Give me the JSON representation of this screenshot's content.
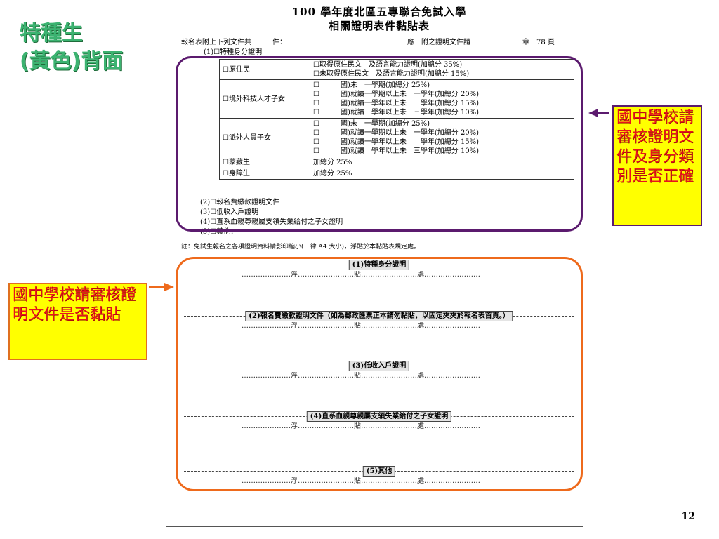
{
  "title": {
    "line1": "100 學年度北區五專聯合免試入學",
    "line2": "相關證明表件黏貼表"
  },
  "side_title": {
    "line1": "特種生",
    "line2": "(黃色)背面"
  },
  "header": {
    "left": "報名表附上下列文件共　　　件：",
    "middle": "應　附之證明文件請",
    "right": "章　78 頁"
  },
  "section1_label": "(1)☐特種身分證明",
  "identity_table": [
    {
      "category": "☐原住民",
      "options": [
        "☐取得原住民文　及語言能力證明(加總分 35%)",
        "☐未取得原住民文　及語言能力證明(加總分 15%)"
      ]
    },
    {
      "category": "☐境外科技人才子女",
      "options": [
        "☐　　　國)未　一學期(加總分 25%)",
        "☐　　　國)就讀一學期以上未　一學年(加總分 20%)",
        "☐　　　國)就讀一學年以上未　　學年(加總分 15%)",
        "☐　　　國)就讀　學年以上未　三學年(加總分 10%)"
      ]
    },
    {
      "category": "☐派外人員子女",
      "options": [
        "☐　　　國)未　一學期(加總分 25%)",
        "☐　　　國)就讀一學期以上未　一學年(加總分 20%)",
        "☐　　　國)就讀一學年以上未　　學年(加總分 15%)",
        "☐　　　國)就讀　學年以上未　三學年(加總分 10%)"
      ]
    },
    {
      "category": "☐蒙藏生",
      "options": [
        "加總分 25%"
      ]
    },
    {
      "category": "☐身障生",
      "options": [
        "加總分 25%"
      ]
    }
  ],
  "items": [
    "(2)☐報名費繳款證明文件",
    "(3)☐低收入戶證明",
    "(4)☐直系血親尊親屬支領失業給付之子女證明",
    "(5)☐其他：＿＿＿＿＿＿＿＿＿＿"
  ],
  "note": "註：免試生報名之各項證明資料請影印縮小(一律 A4 大小)，浮貼於本黏貼表規定處。",
  "paste_sections": [
    "(1)特種身分證明",
    "(2)報名費繳款證明文件（如為郵政匯票正本請勿黏貼，以固定夾夾於報名表首頁。）",
    "(3)低收入戶證明",
    "(4)直系血親尊親屬支領失業給付之子女證明",
    "(5)其他"
  ],
  "paste_text": "…………………浮……………………貼……………………處……………………",
  "callouts": {
    "right": "國中學校請審核證明文件及身分類別是否正確",
    "left": "國中學校請審核證明文件是否黏貼"
  },
  "page_number": "12",
  "colors": {
    "purple_frame": "#5b1a6e",
    "orange_frame": "#ee6a1c",
    "callout_bg": "#ffff00",
    "callout_text": "#e8141c",
    "side_title": "#3cb371"
  }
}
